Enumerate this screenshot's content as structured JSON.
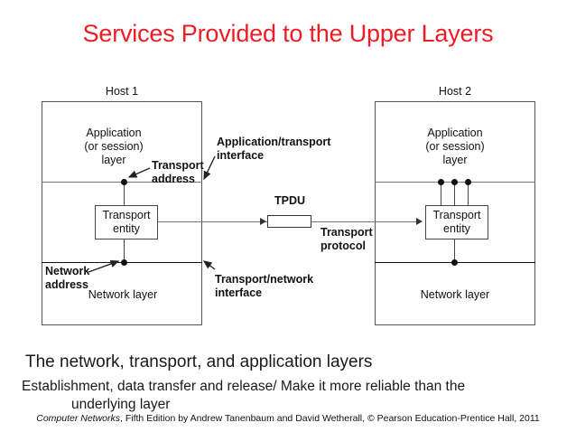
{
  "slide": {
    "title": "Services Provided to the Upper Layers",
    "title_color": "#ee1c25"
  },
  "figure": {
    "hosts": [
      {
        "name": "Host 1",
        "application_layer": [
          "Application",
          "(or session)",
          "layer"
        ],
        "transport_entity": [
          "Transport",
          "entity"
        ],
        "network_layer": "Network layer",
        "annotations": [
          {
            "name": "transport-address",
            "lines": [
              "Transport",
              "address"
            ]
          },
          {
            "name": "network-address",
            "lines": [
              "Network",
              "address"
            ]
          }
        ]
      },
      {
        "name": "Host 2",
        "application_layer": [
          "Application",
          "(or session)",
          "layer"
        ],
        "transport_entity": [
          "Transport",
          "entity"
        ],
        "network_layer": "Network layer",
        "annotations": []
      }
    ],
    "interfaces": [
      {
        "name": "application-transport-interface",
        "lines": [
          "Application/transport",
          "interface"
        ]
      },
      {
        "name": "transport-network-interface",
        "lines": [
          "Transport/network",
          "interface"
        ]
      }
    ],
    "middle": {
      "tpdu_label": "TPDU",
      "protocol_label": [
        "Transport",
        "protocol"
      ]
    }
  },
  "caption": {
    "line1": "The network, transport, and application layers",
    "line2_a": "Establishment, data transfer and release/ Make it more reliable than the",
    "line2_b": "underlying layer"
  },
  "credit": {
    "italic_part": "Computer Networks",
    "rest": ", Fifth Edition by Andrew Tanenbaum and David Wetherall, © Pearson Education-Prentice Hall, 2011"
  }
}
